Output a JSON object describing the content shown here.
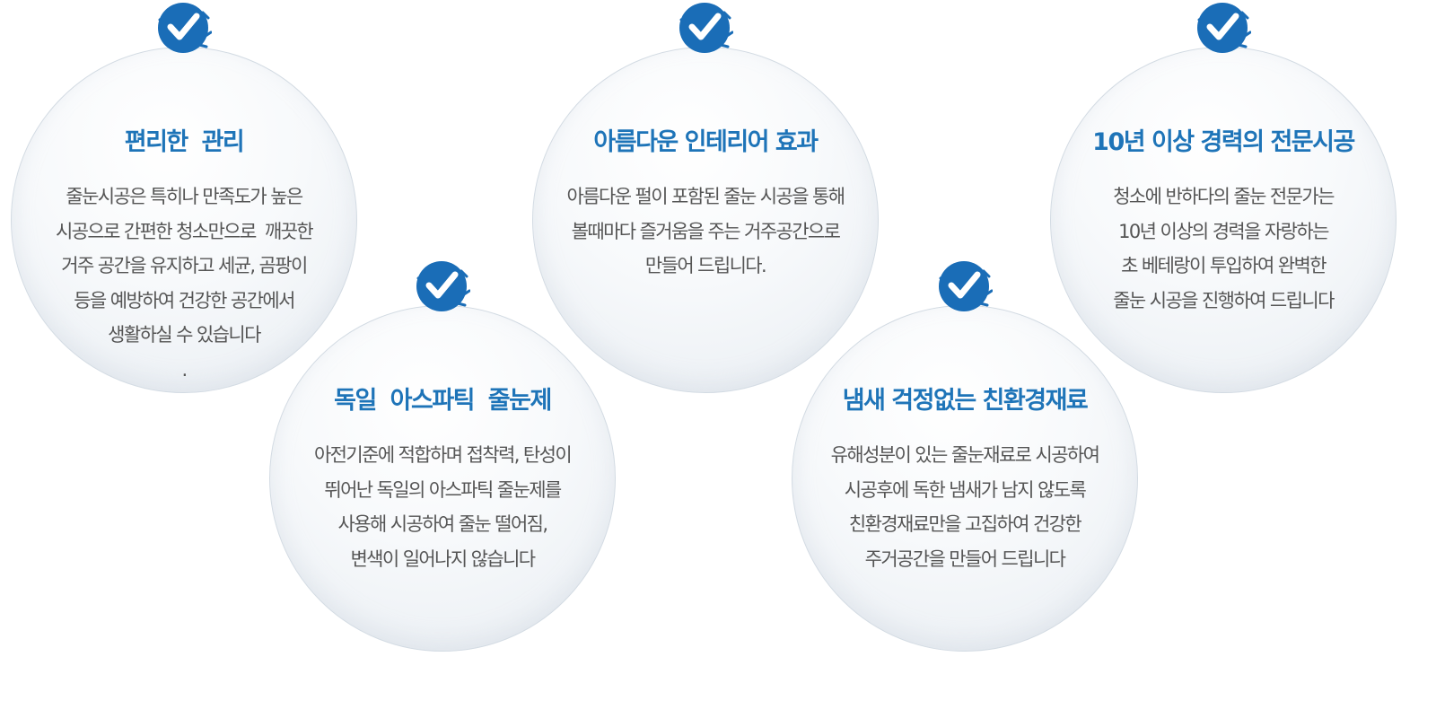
{
  "accent_color": "#1e74b8",
  "badge_color": "#1a6db7",
  "badge_icon": "check-icon",
  "features": [
    {
      "title": "편리한  관리",
      "lines": [
        "줄눈시공은 특히나 만족도가 높은",
        "시공으로 간편한 청소만으로  깨끗한",
        "거주 공간을 유지하고 세균, 곰팡이",
        "등을 예방하여 건강한 공간에서",
        "생활하실 수 있습니다",
        "."
      ]
    },
    {
      "title": "독일  아스파틱  줄눈제",
      "lines": [
        "아전기준에 적합하며 접착력, 탄성이",
        "뛰어난 독일의 아스파틱 줄눈제를",
        "사용해 시공하여 줄눈 떨어짐,",
        "변색이 일어나지 않습니다"
      ]
    },
    {
      "title": "아름다운 인테리어 효과",
      "lines": [
        "아름다운 펄이 포함된 줄눈 시공을 통해",
        "볼때마다 즐거움을 주는 거주공간으로",
        "만들어 드립니다."
      ]
    },
    {
      "title": "냄새 걱정없는 친환경재료",
      "lines": [
        "유해성분이 있는 줄눈재료로 시공하여",
        "시공후에 독한 냄새가 남지 않도록",
        "친환경재료만을 고집하여 건강한",
        "주거공간을 만들어 드립니다"
      ]
    },
    {
      "title": "10년 이상 경력의 전문시공",
      "lines": [
        "청소에 반하다의 줄눈 전문가는",
        "10년 이상의 경력을 자랑하는",
        "초 베테랑이 투입하여 완벽한",
        "줄눈 시공을 진행하여 드립니다"
      ]
    }
  ]
}
